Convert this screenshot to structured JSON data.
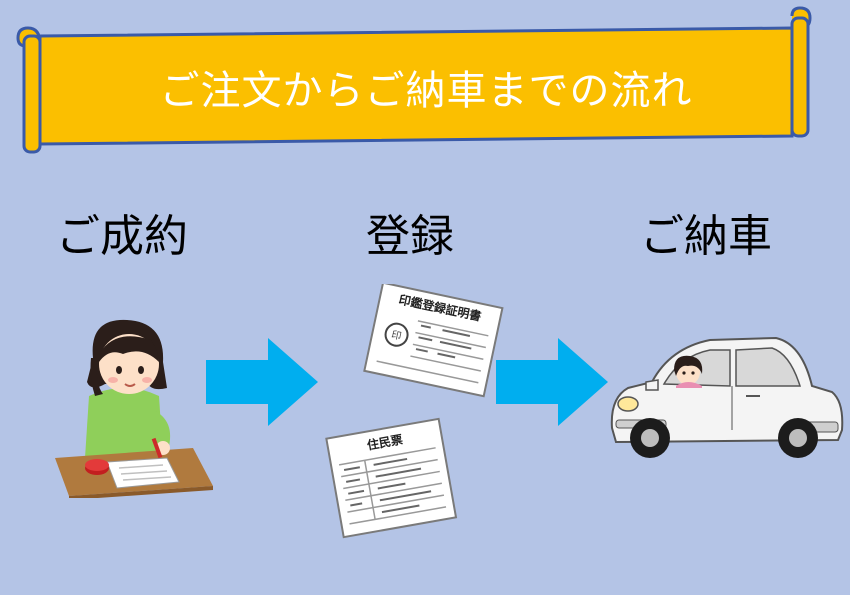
{
  "banner": {
    "title": "ご注文からご納車までの流れ"
  },
  "steps": [
    {
      "label": "ご成約"
    },
    {
      "label": "登録"
    },
    {
      "label": "ご納車"
    }
  ],
  "documents": {
    "seal_certificate_title": "印鑑登録証明書",
    "resident_card_title": "住民票",
    "seal_mark": "印"
  },
  "colors": {
    "background": "#b4c4e6",
    "banner": "#fbbf00",
    "banner_border": "#3a5aa8",
    "arrow": "#00aeef"
  }
}
